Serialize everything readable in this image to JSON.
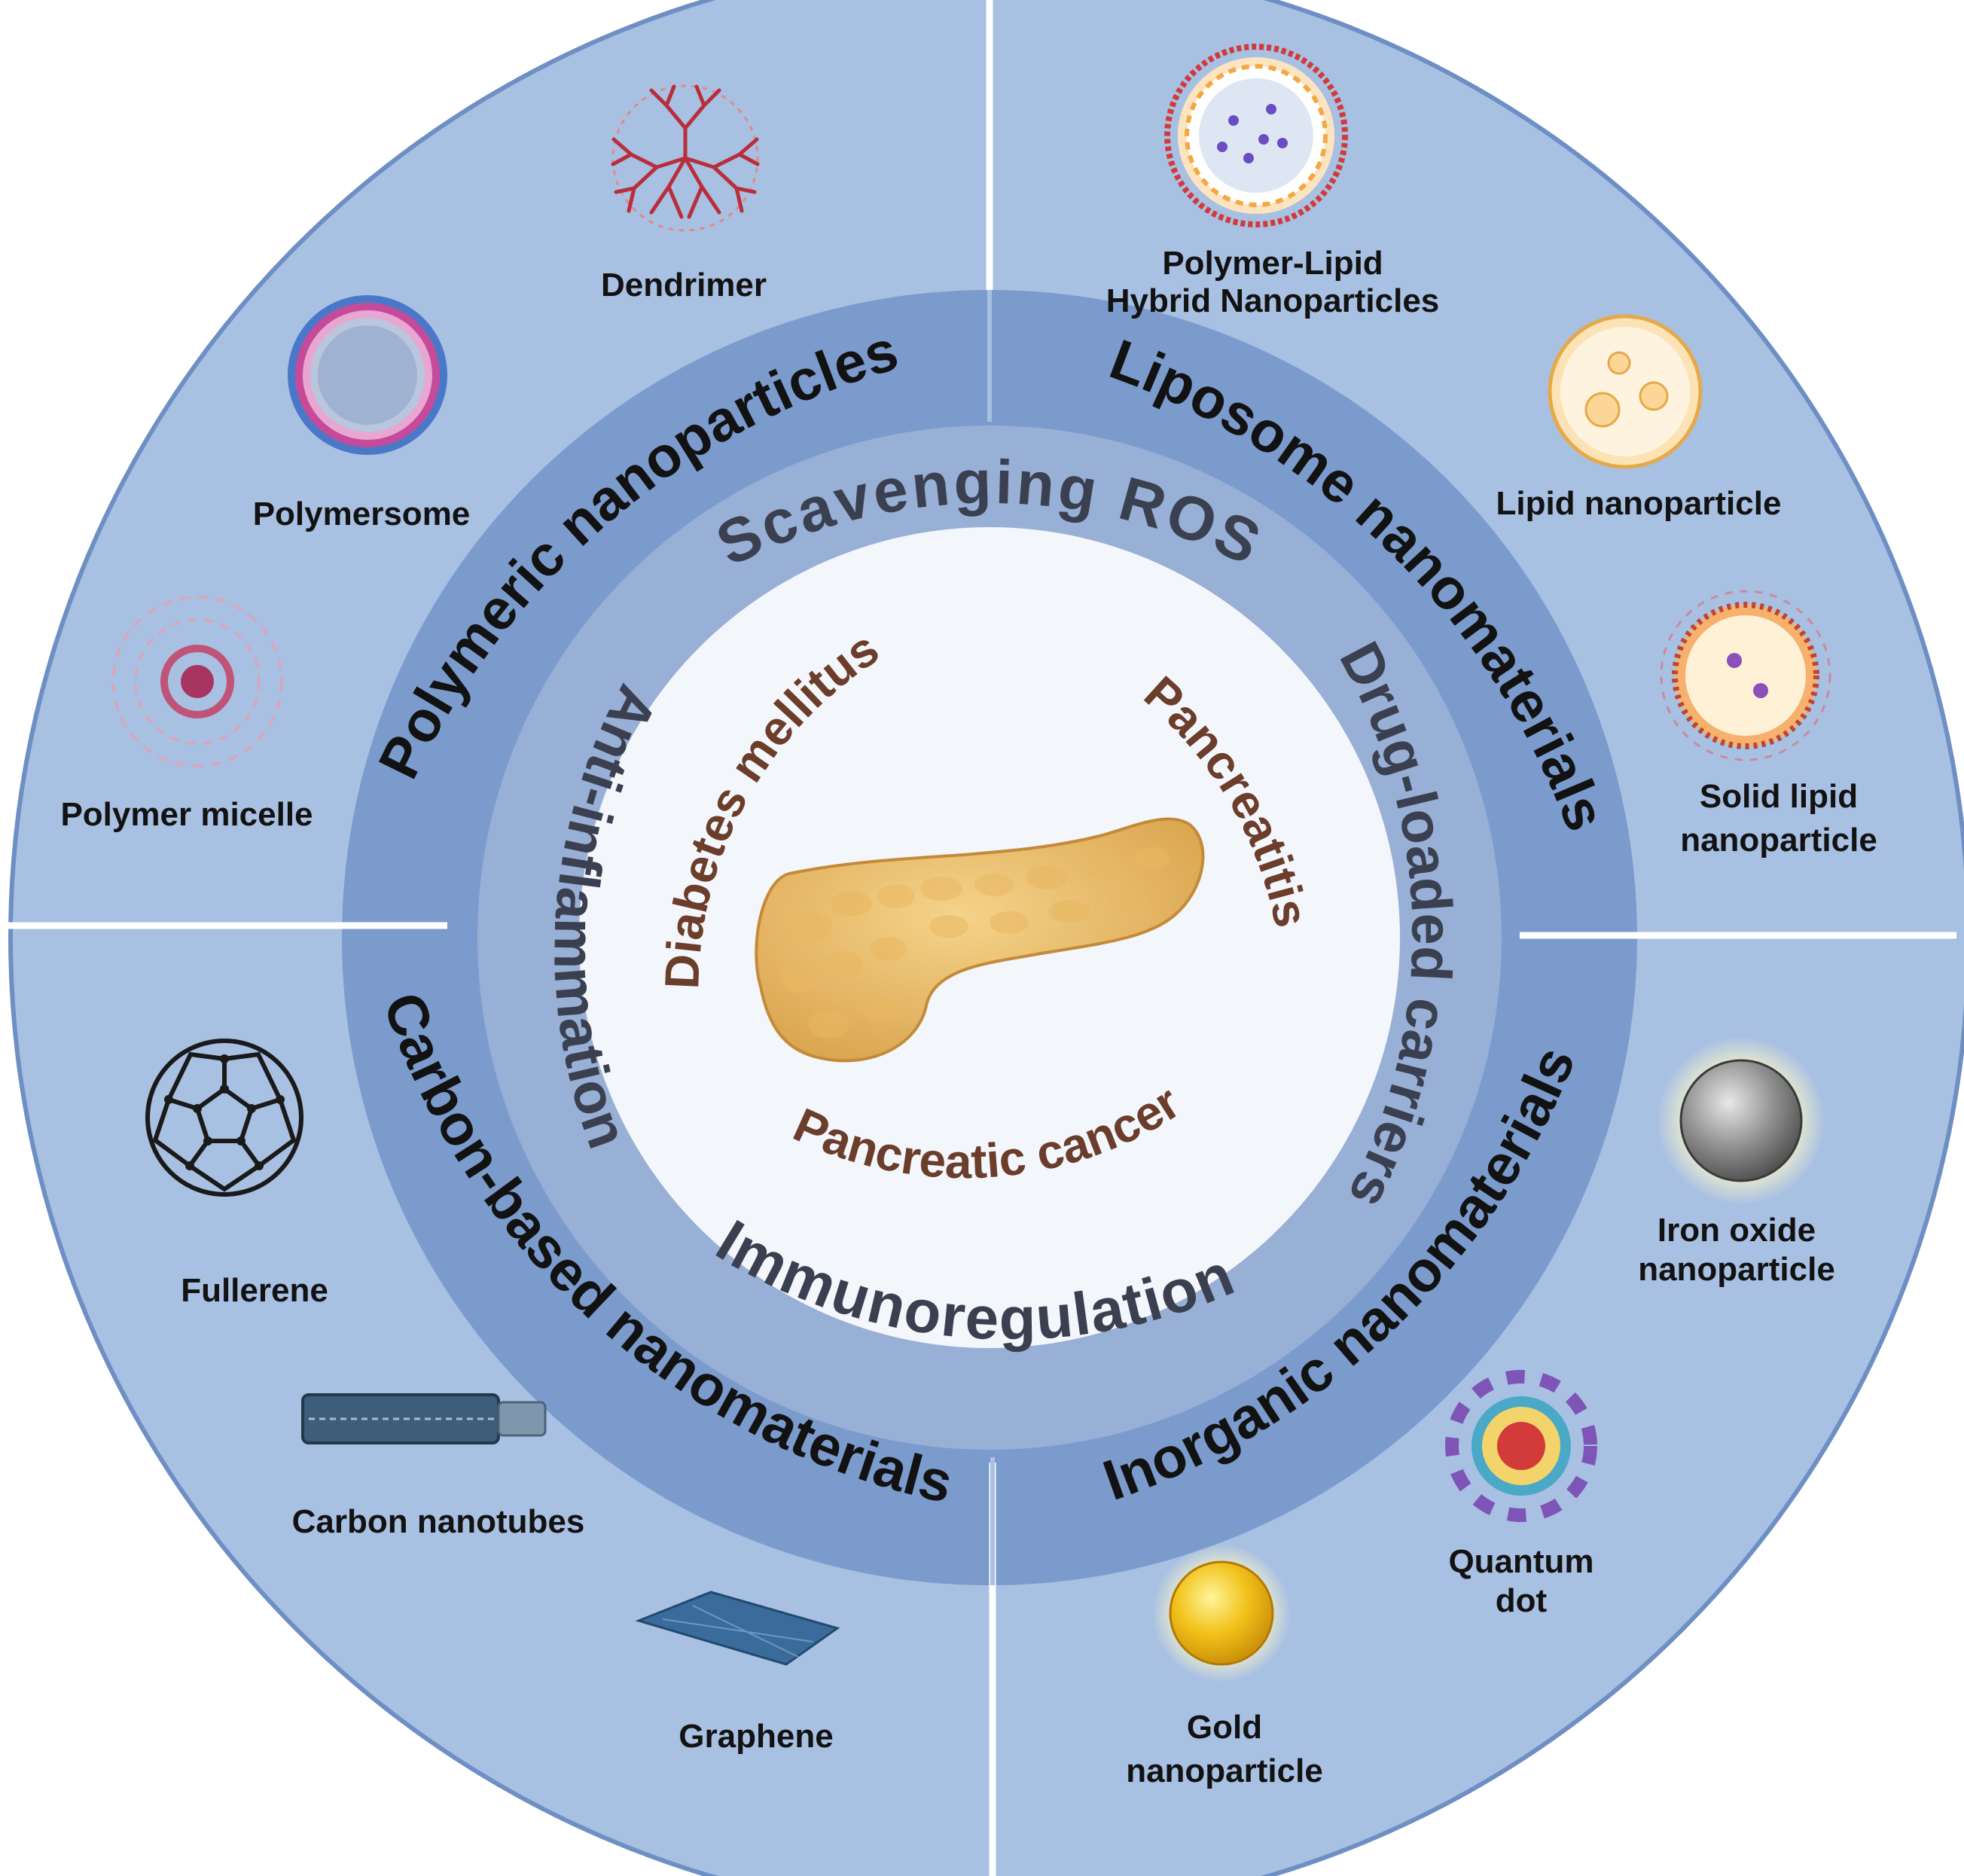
{
  "colors": {
    "outer_disc": "#a8c0e2",
    "outer_edge": "#6e8fc4",
    "category_ring": "#7b9bcd",
    "function_ring": "#98afd6",
    "core": "#f3f6fb",
    "divider": "#ffffff",
    "disease_text": "#6b3d2a",
    "function_text": "#3a4050"
  },
  "categories": {
    "polymeric": "Polymeric nanoparticles",
    "liposome": "Liposome nanomaterials",
    "carbon": "Carbon-based nanomaterials",
    "inorganic": "Inorganic nanomaterials"
  },
  "functions": {
    "ros": "Scavenging ROS",
    "drug": "Drug-loaded carriers",
    "immuno": "Immunoregulation",
    "inflam": "Anti-inflammation"
  },
  "diseases": {
    "diabetes": "Diabetes mellitus",
    "pancreatitis": "Pancreatitis",
    "cancer": "Pancreatic cancer"
  },
  "items": {
    "dendrimer": "Dendrimer",
    "polymersome": "Polymersome",
    "polymer_micelle": "Polymer micelle",
    "hybrid_line1": "Polymer-Lipid",
    "hybrid_line2": "Hybrid Nanoparticles",
    "lipid_np": "Lipid nanoparticle",
    "sln_line1": "Solid lipid",
    "sln_line2": "nanoparticle",
    "fullerene": "Fullerene",
    "cnt": "Carbon nanotubes",
    "graphene": "Graphene",
    "iron_line1": "Iron oxide",
    "iron_line2": "nanoparticle",
    "qd_line1": "Quantum",
    "qd_line2": "dot",
    "gold_line1": "Gold",
    "gold_line2": "nanoparticle"
  }
}
